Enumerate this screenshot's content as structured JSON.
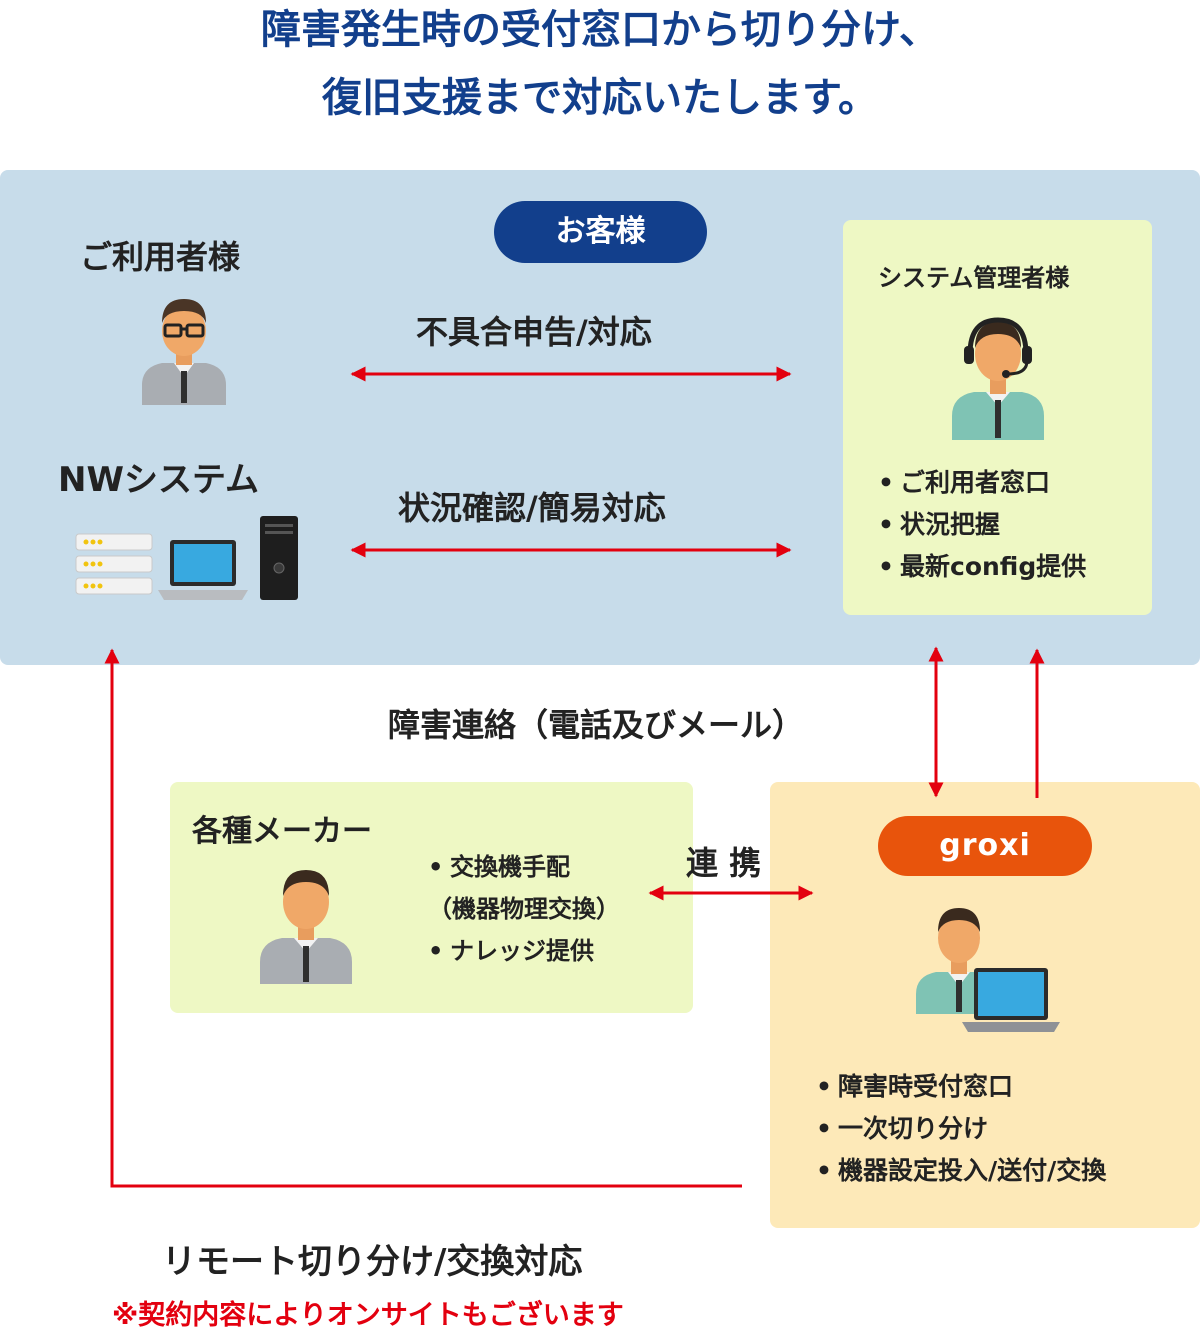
{
  "title": {
    "line1": "障害発生時の受付窓口から切り分け、",
    "line2": "復旧支援まで対応いたします。"
  },
  "customer": {
    "badge": "お客様",
    "user_label": "ご利用者様",
    "system_label": "NWシステム",
    "admin": {
      "label": "システム管理者様",
      "items": [
        "ご利用者窓口",
        "状況把握",
        "最新config提供"
      ]
    }
  },
  "flows": {
    "report": "不具合申告/対応",
    "check": "状況確認/簡易対応",
    "incident_contact": "障害連絡（電話及びメール）",
    "cooperation": "連 携",
    "remote": "リモート切り分け/交換対応",
    "onsite_note": "※契約内容によりオンサイトもございます"
  },
  "maker": {
    "label": "各種メーカー",
    "items": [
      "交換機手配",
      "（機器物理交換）",
      "ナレッジ提供"
    ]
  },
  "groxi": {
    "badge": "groxi",
    "items": [
      "障害時受付窓口",
      "一次切り分け",
      "機器設定投入/送付/交換"
    ]
  },
  "colors": {
    "title": "#123f8c",
    "customer_panel": "#c7dcea",
    "green_panel": "#eef8c4",
    "groxi_panel": "#fde9b8",
    "badge_customer": "#123f8c",
    "badge_groxi": "#e8540c",
    "arrow": "#e3000f"
  },
  "icons": [
    "person-glasses-icon",
    "server-stack-icon",
    "laptop-icon",
    "desktop-tower-icon",
    "headset-person-icon",
    "person-icon",
    "person-laptop-icon"
  ]
}
